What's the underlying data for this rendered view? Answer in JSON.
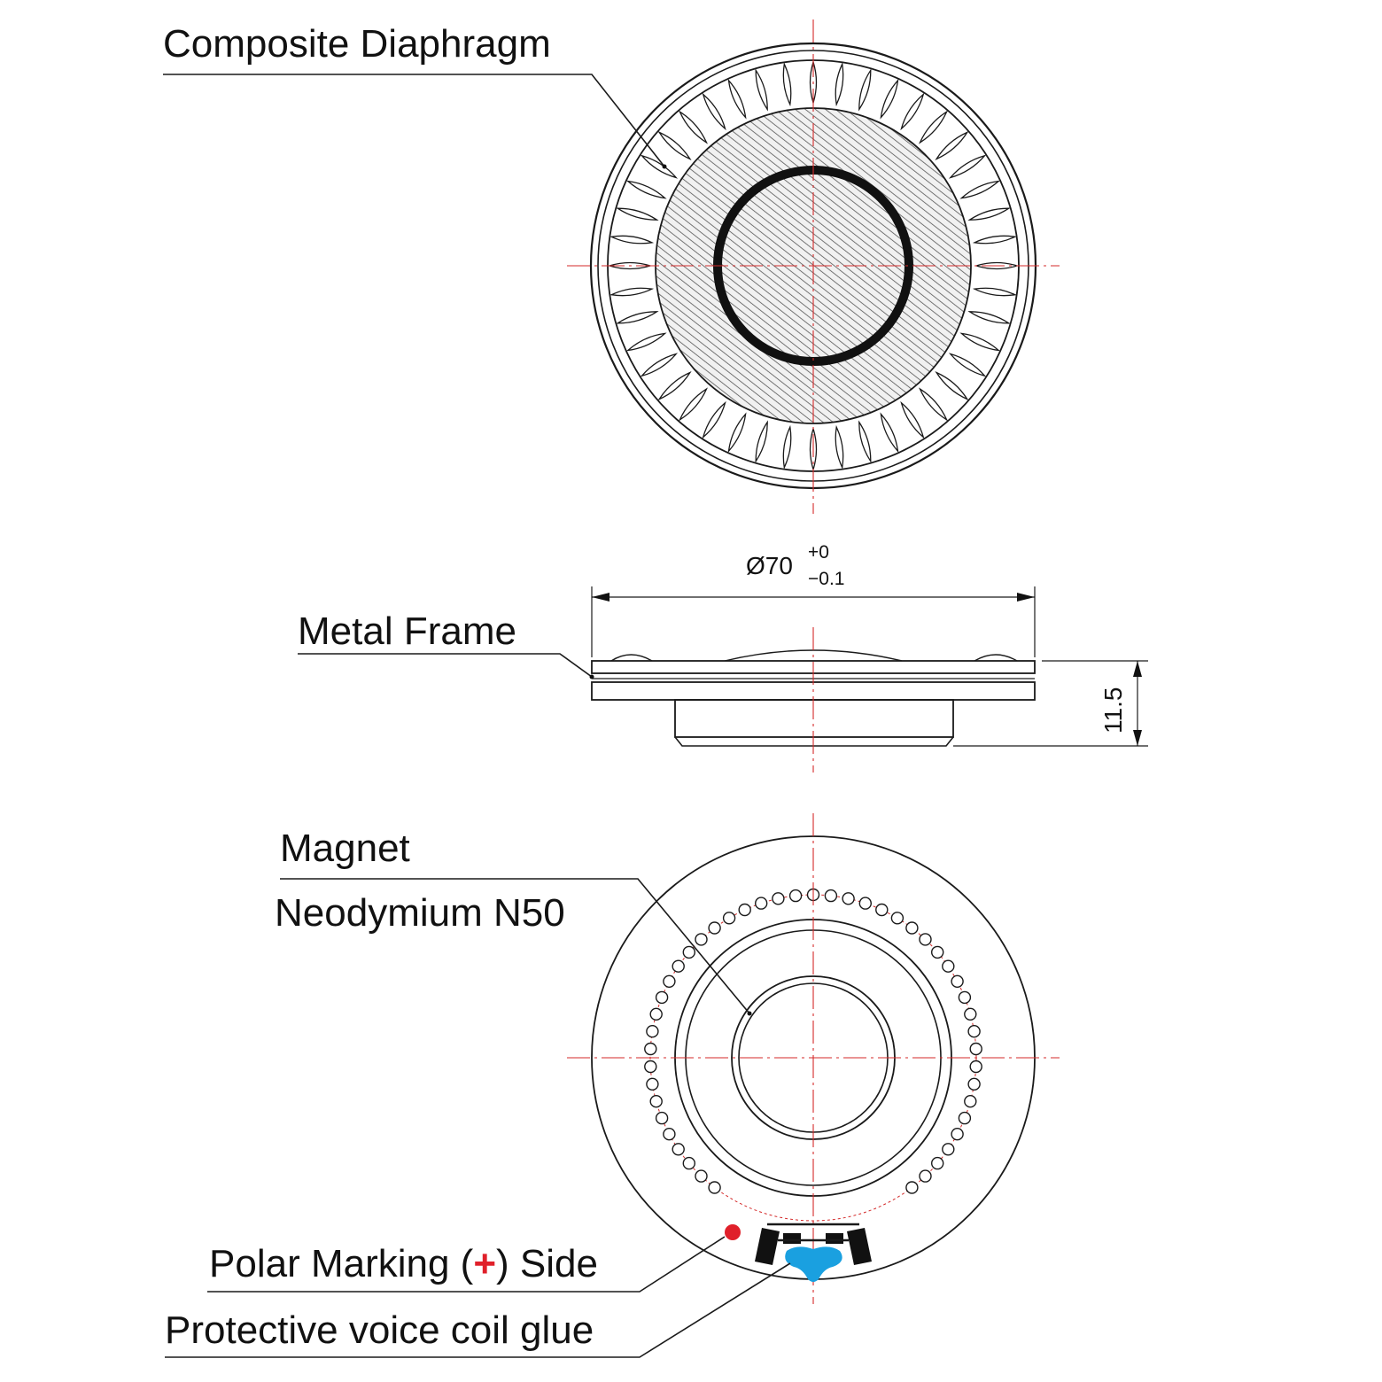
{
  "labels": {
    "composite_diaphragm": "Composite Diaphragm",
    "metal_frame": "Metal Frame",
    "magnet": "Magnet",
    "magnet_material": "Neodymium N50",
    "polar_marking_prefix": "Polar Marking (",
    "polar_marking_symbol": "+",
    "polar_marking_suffix": ") Side",
    "protective_glue": "Protective voice coil glue"
  },
  "dimensions": {
    "diameter_prefix": "Ø70",
    "diameter_tol_upper": "+0",
    "diameter_tol_lower": "−0.1",
    "height": "11.5"
  },
  "colors": {
    "line": "#1a1a1a",
    "centerline": "#d42a2a",
    "polar_marker": "#e0202a",
    "glue": "#1aa0e0",
    "hatch_fill": "#e9e9e9"
  }
}
